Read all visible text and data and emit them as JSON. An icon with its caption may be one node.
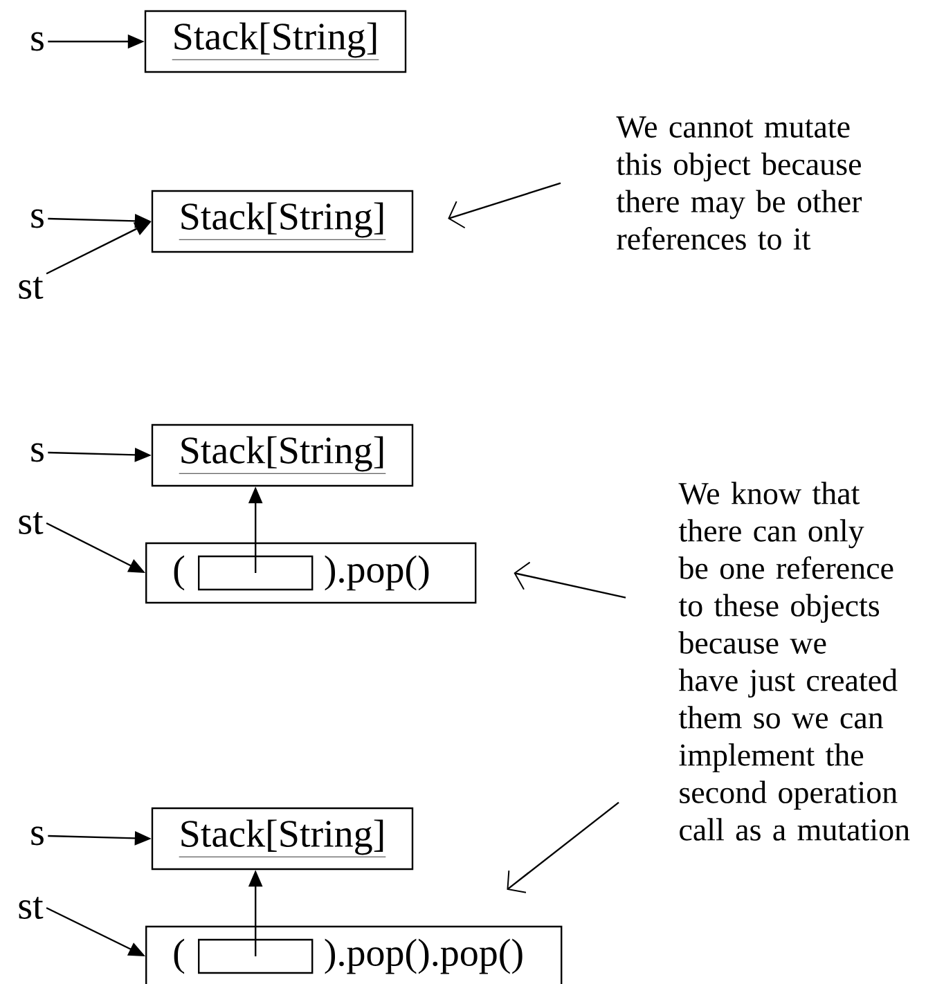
{
  "diagram": {
    "nodes": [
      {
        "text": [
          "s"
        ]
      },
      {
        "text": [
          "Stack[String]"
        ]
      },
      {
        "text": [
          "s"
        ]
      },
      {
        "text": [
          "st"
        ]
      },
      {
        "text": [
          "Stack[String]"
        ]
      },
      {
        "text": [
          "We cannot mutate this object because there may be other references to it"
        ]
      },
      {
        "text": [
          "s"
        ]
      },
      {
        "text": [
          "Stack[String]"
        ]
      },
      {
        "text": [
          "st"
        ]
      },
      {
        "text": [
          "(",
          ").pop()"
        ]
      },
      {
        "text": [],
        "shape": "box",
        "in": 9
      },
      {
        "text": [
          "We know that there can only be one reference to these objects because we have just created them so we can implement the second operation call as a mutation"
        ]
      },
      {
        "text": [
          "s"
        ]
      },
      {
        "text": [
          "Stack[String]"
        ]
      },
      {
        "text": [
          "st"
        ]
      },
      {
        "text": [
          "(",
          ").pop().pop()"
        ]
      },
      {
        "text": [],
        "shape": "box",
        "in": 15
      }
    ],
    "edges": [
      {
        "from": 0,
        "to": 1,
        "arrow": "to"
      },
      {
        "from": 2,
        "to": 4,
        "arrow": "to"
      },
      {
        "from": 3,
        "to": 4,
        "arrow": "to"
      },
      {
        "from": 5,
        "to": 4,
        "arrow": "to"
      },
      {
        "from": 6,
        "to": 7,
        "arrow": "to"
      },
      {
        "from": 8,
        "to": 9,
        "arrow": "to"
      },
      {
        "from": 10,
        "to": 7,
        "arrow": "to"
      },
      {
        "from": 11,
        "to": 9,
        "arrow": "to"
      },
      {
        "from": 11,
        "to": 15,
        "arrow": "to"
      },
      {
        "from": 12,
        "to": 13,
        "arrow": "to"
      },
      {
        "from": 14,
        "to": 15,
        "arrow": "to"
      },
      {
        "from": 16,
        "to": 13,
        "arrow": "to"
      }
    ]
  }
}
